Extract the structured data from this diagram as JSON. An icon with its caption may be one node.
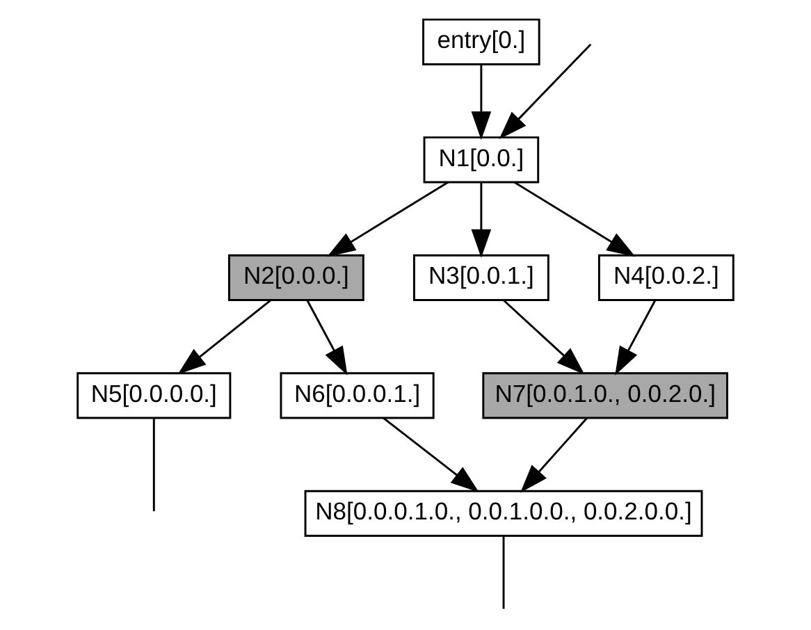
{
  "diagram": {
    "nodes": [
      {
        "text": [
          "entry[0.]"
        ]
      },
      {
        "text": [
          "N1[0.0.]"
        ]
      },
      {
        "text": [
          "N2[0.0.0.]"
        ]
      },
      {
        "text": [
          "N3[0.0.1.]"
        ]
      },
      {
        "text": [
          "N4[0.0.2.]"
        ]
      },
      {
        "text": [
          "N5[0.0.0.0.]"
        ]
      },
      {
        "text": [
          "N6[0.0.0.1.]"
        ]
      },
      {
        "text": [
          "N7[0.0.1.0., 0.0.2.0.]"
        ]
      },
      {
        "text": [
          "N8[0.0.0.1.0., 0.0.1.0.0., 0.0.2.0.0.]"
        ]
      }
    ],
    "edges": [
      {
        "from": 0,
        "to": 1,
        "arrow": "to"
      },
      {
        "from": 1,
        "to": 2,
        "arrow": "to"
      },
      {
        "from": 1,
        "to": 3,
        "arrow": "to"
      },
      {
        "from": 1,
        "to": 4,
        "arrow": "to"
      },
      {
        "from": 2,
        "to": 5,
        "arrow": "to"
      },
      {
        "from": 2,
        "to": 6,
        "arrow": "to"
      },
      {
        "from": 3,
        "to": 7,
        "arrow": "to"
      },
      {
        "from": 4,
        "to": 7,
        "arrow": "to"
      },
      {
        "from": 6,
        "to": 8,
        "arrow": "to"
      },
      {
        "from": 7,
        "to": 8,
        "arrow": "to"
      },
      {
        "from": 5,
        "to": null,
        "arrow": "none"
      },
      {
        "from": 8,
        "to": null,
        "arrow": "none"
      },
      {
        "from": null,
        "to": 1,
        "arrow": "to"
      }
    ]
  }
}
